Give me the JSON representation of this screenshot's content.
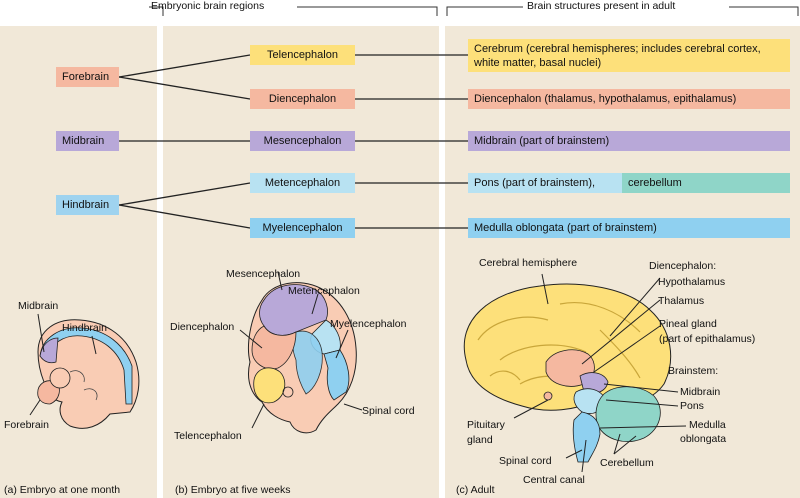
{
  "headers": {
    "embryonic": "Embryonic brain regions",
    "adult": "Brain structures present in adult"
  },
  "primary_regions": {
    "forebrain": "Forebrain",
    "midbrain": "Midbrain",
    "hindbrain": "Hindbrain"
  },
  "secondary_regions": {
    "telencephalon": "Telencephalon",
    "diencephalon": "Diencephalon",
    "mesencephalon": "Mesencephalon",
    "metencephalon": "Metencephalon",
    "myelencephalon": "Myelencephalon"
  },
  "adult_structures": {
    "cerebrum": "Cerebrum (cerebral hemispheres; includes cerebral cortex, white matter, basal nuclei)",
    "diencephalon": "Diencephalon (thalamus, hypothalamus, epithalamus)",
    "midbrain": "Midbrain (part of brainstem)",
    "pons": "Pons (part of brainstem),",
    "cerebellum": "cerebellum",
    "medulla": "Medulla oblongata (part of brainstem)"
  },
  "embryo_a_labels": {
    "midbrain": "Midbrain",
    "hindbrain": "Hindbrain",
    "forebrain": "Forebrain"
  },
  "embryo_b_labels": {
    "mesencephalon": "Mesencephalon",
    "metencephalon": "Metencephalon",
    "diencephalon": "Diencephalon",
    "myelencephalon": "Myelencephalon",
    "spinal_cord": "Spinal cord",
    "telencephalon": "Telencephalon"
  },
  "adult_labels": {
    "cerebral_hemisphere": "Cerebral hemisphere",
    "diencephalon": "Diencephalon:",
    "hypothalamus": "Hypothalamus",
    "thalamus": "Thalamus",
    "pineal_1": "Pineal gland",
    "pineal_2": "(part of epithalamus)",
    "brainstem": "Brainstem:",
    "midbrain": "Midbrain",
    "pons": "Pons",
    "medulla_1": "Medulla",
    "medulla_2": "oblongata",
    "pituitary_1": "Pituitary",
    "pituitary_2": "gland",
    "spinal_cord": "Spinal cord",
    "cerebellum": "Cerebellum",
    "central_canal": "Central canal"
  },
  "captions": {
    "a": "(a) Embryo at one month",
    "b": "(b) Embryo at five weeks",
    "c": "(c) Adult"
  },
  "colors": {
    "panel": "#f1e8d8",
    "forebrain": "#f5b8a0",
    "telencephalon": "#fde07a",
    "diencephalon": "#f5b8a0",
    "midbrain": "#b8a8d8",
    "mesencephalon": "#b8a8d8",
    "hindbrain": "#9fd3ef",
    "metencephalon": "#b8e2f2",
    "myelencephalon": "#8fd0f0",
    "cerebellum": "#8fd5c8",
    "embryo_body": "#f9ccb4"
  }
}
